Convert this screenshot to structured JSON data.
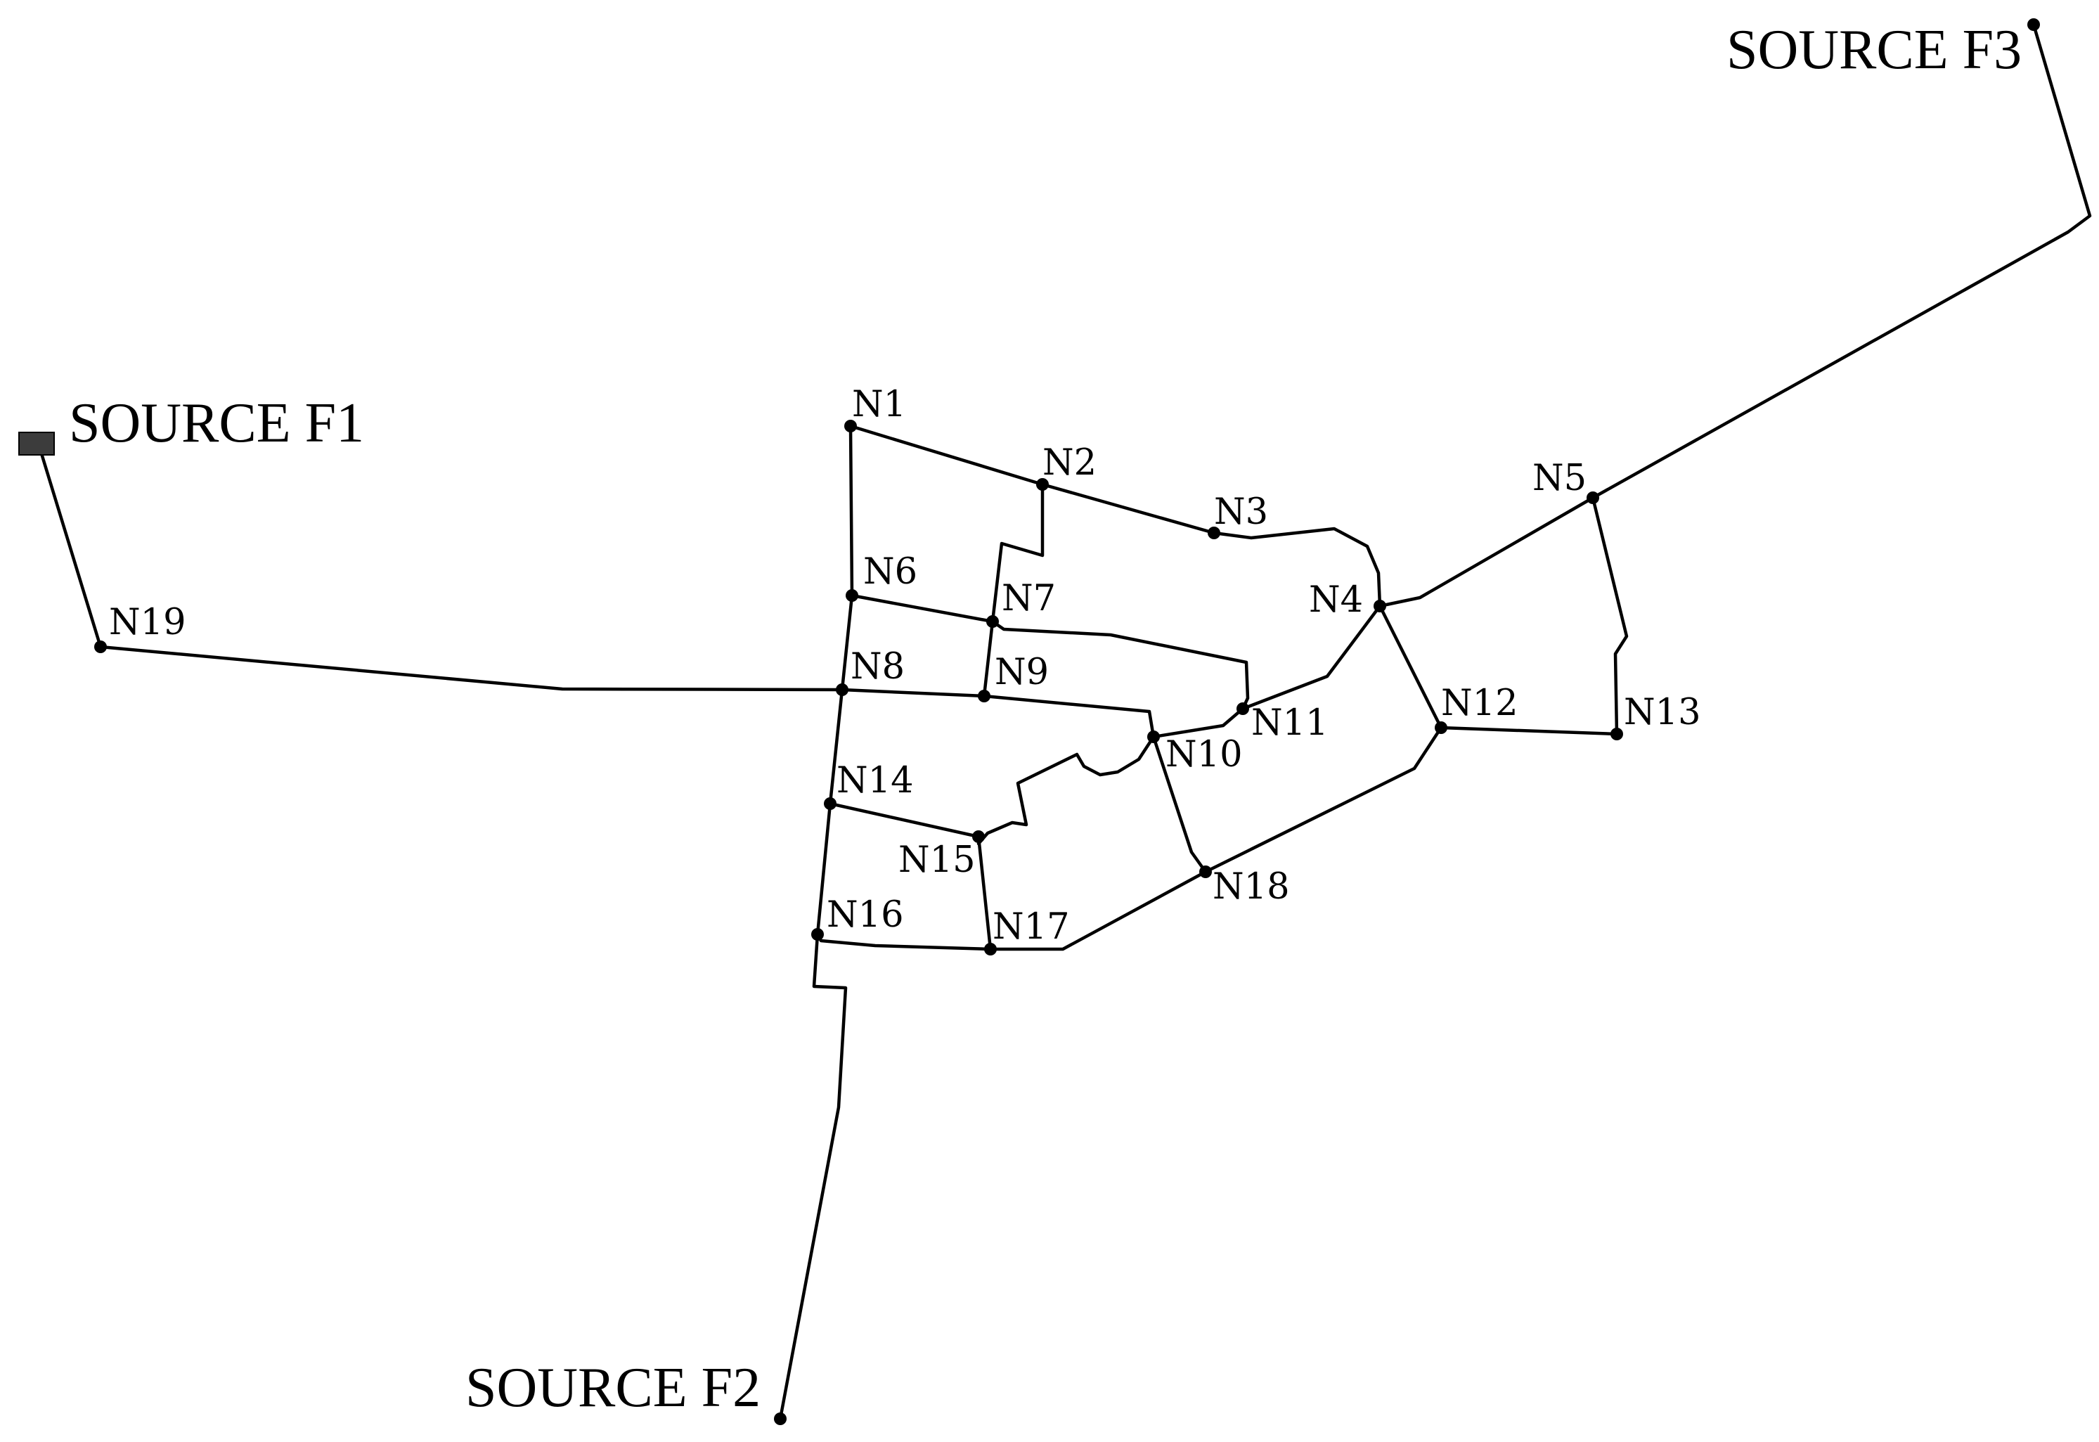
{
  "diagram": {
    "type": "pipe-network",
    "sources": [
      {
        "id": "F1",
        "label": "SOURCE F1",
        "symbol": "reservoir"
      },
      {
        "id": "F2",
        "label": "SOURCE F2",
        "symbol": "point"
      },
      {
        "id": "F3",
        "label": "SOURCE F3",
        "symbol": "point"
      }
    ],
    "nodes": [
      {
        "id": "N1",
        "label": "N1"
      },
      {
        "id": "N2",
        "label": "N2"
      },
      {
        "id": "N3",
        "label": "N3"
      },
      {
        "id": "N4",
        "label": "N4"
      },
      {
        "id": "N5",
        "label": "N5"
      },
      {
        "id": "N6",
        "label": "N6"
      },
      {
        "id": "N7",
        "label": "N7"
      },
      {
        "id": "N8",
        "label": "N8"
      },
      {
        "id": "N9",
        "label": "N9"
      },
      {
        "id": "N10",
        "label": "N10"
      },
      {
        "id": "N11",
        "label": "N11"
      },
      {
        "id": "N12",
        "label": "N12"
      },
      {
        "id": "N13",
        "label": "N13"
      },
      {
        "id": "N14",
        "label": "N14"
      },
      {
        "id": "N15",
        "label": "N15"
      },
      {
        "id": "N16",
        "label": "N16"
      },
      {
        "id": "N17",
        "label": "N17"
      },
      {
        "id": "N18",
        "label": "N18"
      },
      {
        "id": "N19",
        "label": "N19"
      }
    ],
    "links": [
      [
        "F1",
        "N19"
      ],
      [
        "N19",
        "N8"
      ],
      [
        "F3",
        "N5"
      ],
      [
        "N5",
        "N4"
      ],
      [
        "N5",
        "N13"
      ],
      [
        "N1",
        "N2"
      ],
      [
        "N2",
        "N3"
      ],
      [
        "N3",
        "N4"
      ],
      [
        "N1",
        "N6"
      ],
      [
        "N2",
        "N7"
      ],
      [
        "N6",
        "N7"
      ],
      [
        "N6",
        "N8"
      ],
      [
        "N7",
        "N9"
      ],
      [
        "N7",
        "N11"
      ],
      [
        "N8",
        "N9"
      ],
      [
        "N9",
        "N10"
      ],
      [
        "N10",
        "N11"
      ],
      [
        "N11",
        "N4"
      ],
      [
        "N4",
        "N12"
      ],
      [
        "N12",
        "N13"
      ],
      [
        "N12",
        "N18"
      ],
      [
        "N10",
        "N18"
      ],
      [
        "N10",
        "N15"
      ],
      [
        "N8",
        "N14"
      ],
      [
        "N14",
        "N15"
      ],
      [
        "N14",
        "N16"
      ],
      [
        "N15",
        "N17"
      ],
      [
        "N16",
        "N17"
      ],
      [
        "N17",
        "N18"
      ],
      [
        "N16",
        "F2"
      ]
    ]
  }
}
